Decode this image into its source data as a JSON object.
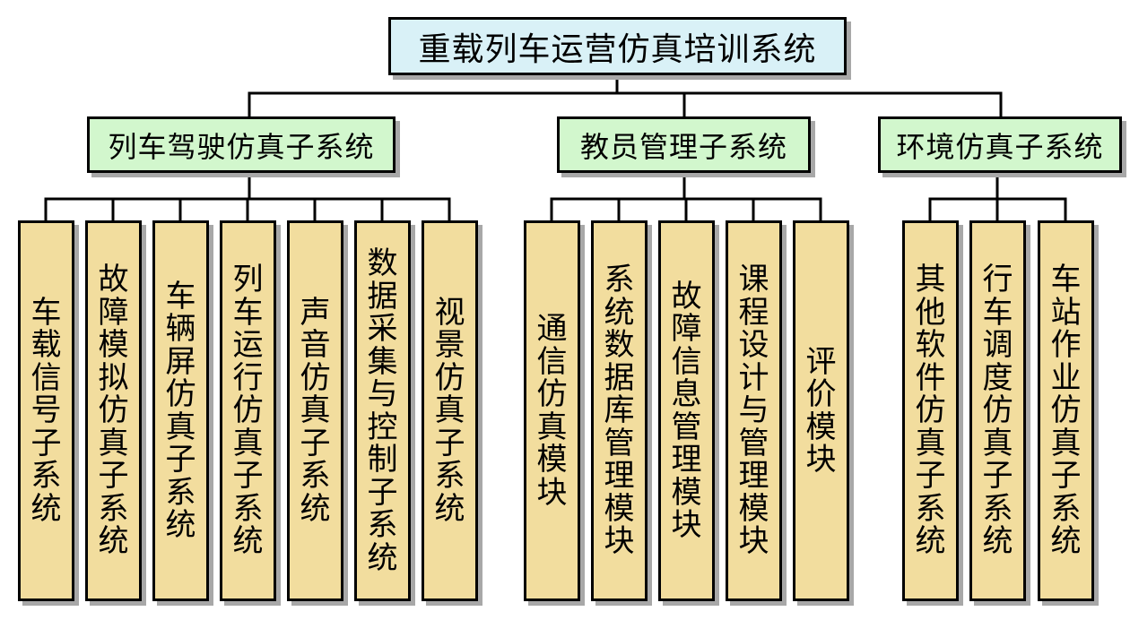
{
  "root": {
    "label": "重载列车运营仿真培训系统"
  },
  "subsystems": [
    {
      "label": "列车驾驶仿真子系统",
      "children": [
        "车载信号子系统",
        "故障模拟仿真子系统",
        "车辆屏仿真子系统",
        "列车运行仿真子系统",
        "声音仿真子系统",
        "数据采集与控制子系统",
        "视景仿真子系统"
      ]
    },
    {
      "label": "教员管理子系统",
      "children": [
        "通信仿真模块",
        "系统数据库管理模块",
        "故障信息管理模块",
        "课程设计与管理模块",
        "评价模块"
      ]
    },
    {
      "label": "环境仿真子系统",
      "children": [
        "其他软件仿真子系统",
        "行车调度仿真子系统",
        "车站作业仿真子系统"
      ]
    }
  ],
  "colors": {
    "root_fill": "#d9f1f7",
    "subsystem_fill": "#d2f7cd",
    "module_fill": "#f2dd9e",
    "line": "#000000"
  }
}
